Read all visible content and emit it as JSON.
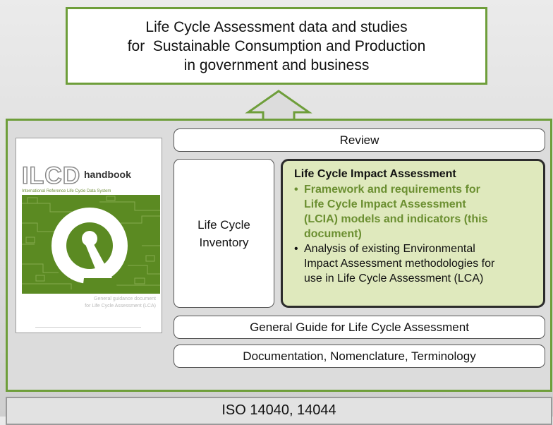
{
  "top_box": {
    "lines": [
      "Life Cycle Assessment data and studies",
      "for  Sustainable Consumption and Production",
      "in government and business"
    ]
  },
  "icons": {
    "arrow": "outline-up-arrow-icon"
  },
  "handbook_cover": {
    "logo_letters": "ILCD",
    "logo_word": "handbook",
    "subtitle": "International Reference Life Cycle Data System",
    "note_lines": [
      "General guidance document",
      "for Life Cycle Assessment (LCA)"
    ],
    "art_color": "#5b8a22"
  },
  "review": "Review",
  "lci": {
    "lines": [
      "Life Cycle",
      "Inventory"
    ]
  },
  "lcia": {
    "title": "Life Cycle Impact Assessment",
    "bullet": "•",
    "item1_lines": [
      "Framework and requirements for",
      "Life Cycle Impact Assessment",
      "(LCIA) models and indicators (this",
      "document)"
    ],
    "item2_lines": [
      "Analysis of existing Environmental",
      "Impact Assessment methodologies for",
      "use in Life Cycle Assessment (LCA)"
    ]
  },
  "general_guide": "General Guide for Life Cycle Assessment",
  "documentation": "Documentation, Nomenclature, Terminology",
  "iso": "ISO 14040, 14044",
  "colors": {
    "frame_green": "#6e9e3a",
    "lcia_fill": "#dfe9bd",
    "highlight_text": "#6b8f31"
  }
}
